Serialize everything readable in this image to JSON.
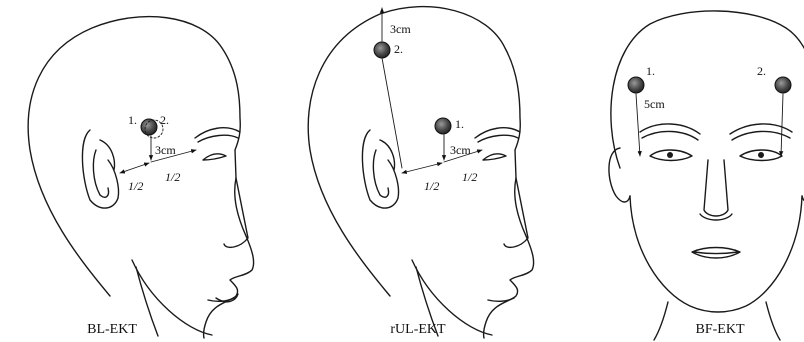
{
  "panels": [
    {
      "caption": "BL-EKT",
      "labels": {
        "e1": "1.",
        "e2": "2.",
        "dist": "3cm",
        "half_a": "1/2",
        "half_b": "1/2"
      }
    },
    {
      "caption": "rUL-EKT",
      "labels": {
        "e1": "1.",
        "e2": "2.",
        "dist_top": "3cm",
        "dist": "3cm",
        "half_a": "1/2",
        "half_b": "1/2"
      }
    },
    {
      "caption": "BF-EKT",
      "labels": {
        "e1": "1.",
        "e2": "2.",
        "dist": "5cm"
      }
    }
  ]
}
